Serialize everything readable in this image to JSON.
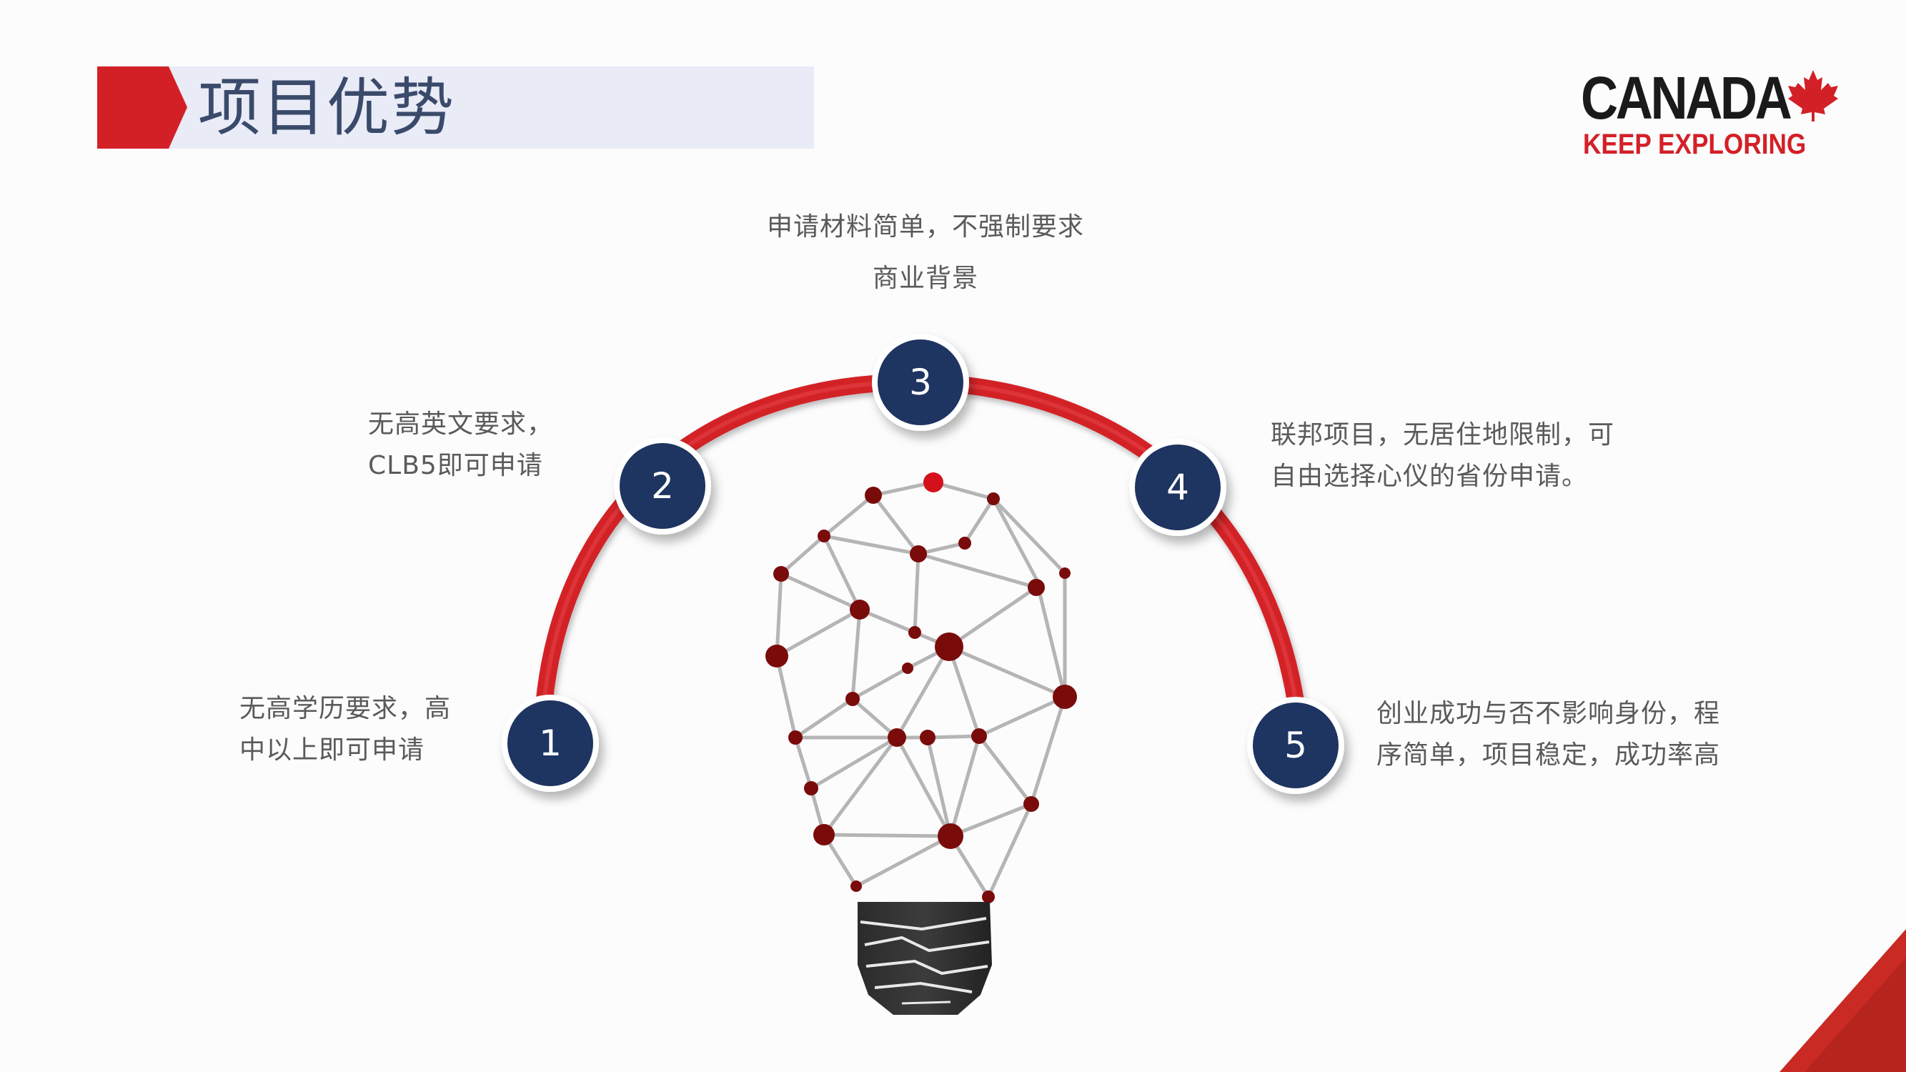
{
  "header": {
    "title": "项目优势"
  },
  "logo": {
    "wordmark": "CANADA",
    "tagline": "KEEP EXPLORING",
    "leaf_icon": "maple-leaf-icon"
  },
  "colors": {
    "accent_red": "#d32027",
    "node_navy": "#1e3461",
    "title_bar": "#e9ebf7",
    "title_text": "#3a4a6b"
  },
  "steps": [
    {
      "number": "1",
      "lines": [
        "无高学历要求，高",
        "中以上即可申请"
      ]
    },
    {
      "number": "2",
      "lines": [
        "无高英文要求，",
        "CLB5即可申请"
      ]
    },
    {
      "number": "3",
      "lines": [
        "申请材料简单，不强制要求",
        "商业背景"
      ]
    },
    {
      "number": "4",
      "lines": [
        "联邦项目，无居住地限制，可",
        "自由选择心仪的省份申请。"
      ]
    },
    {
      "number": "5",
      "lines": [
        "创业成功与否不影响身份，程",
        "序简单，项目稳定，成功率高"
      ]
    }
  ],
  "illustration": "lightbulb-network-icon"
}
